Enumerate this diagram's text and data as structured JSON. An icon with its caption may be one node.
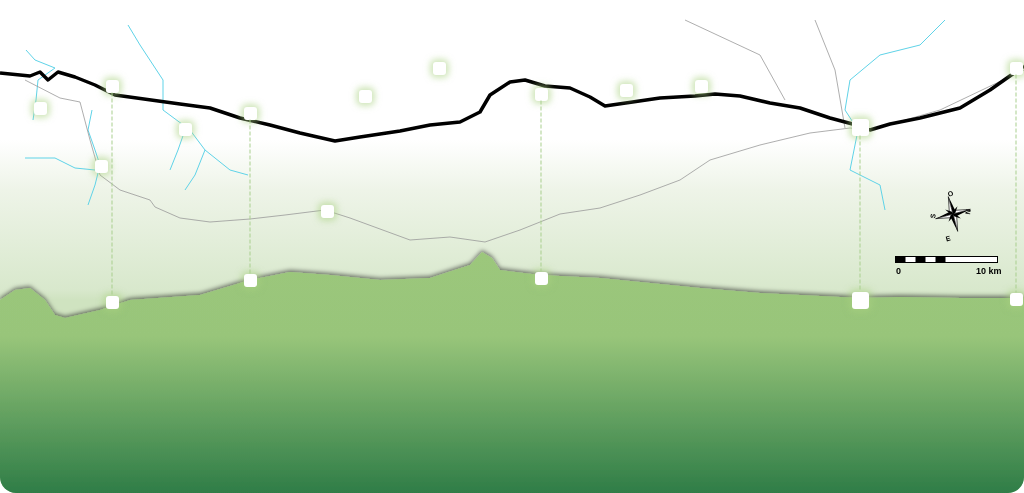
{
  "diagram": {
    "nodes": [
      {
        "text": [],
        "shape": "box"
      },
      {
        "text": [],
        "shape": "box"
      },
      {
        "text": [],
        "shape": "box"
      },
      {
        "text": [],
        "shape": "box"
      },
      {
        "text": [],
        "shape": "box"
      },
      {
        "text": [],
        "shape": "box"
      },
      {
        "text": [],
        "shape": "box"
      },
      {
        "text": [],
        "shape": "box"
      },
      {
        "text": [],
        "shape": "box"
      },
      {
        "text": [],
        "shape": "box"
      },
      {
        "text": [],
        "shape": "box"
      },
      {
        "text": [],
        "shape": "box"
      },
      {
        "text": [],
        "shape": "box"
      },
      {
        "text": [],
        "shape": "box"
      },
      {
        "text": [],
        "shape": "box"
      },
      {
        "text": [],
        "shape": "box"
      },
      {
        "text": [],
        "shape": "box"
      },
      {
        "text": [],
        "shape": "box"
      }
    ],
    "edges": [
      {
        "from": 2,
        "to": 3,
        "arrow": "none",
        "style": "dashed"
      },
      {
        "from": 5,
        "to": 6,
        "arrow": "none",
        "style": "dashed"
      },
      {
        "from": 10,
        "to": 11,
        "arrow": "none",
        "style": "dashed"
      },
      {
        "from": 14,
        "to": 15,
        "arrow": "none",
        "style": "dashed"
      },
      {
        "from": 16,
        "to": 17,
        "arrow": "none",
        "style": "dashed"
      }
    ],
    "labels": [
      "O",
      "N",
      "S",
      "E",
      "0",
      "10 km"
    ]
  }
}
